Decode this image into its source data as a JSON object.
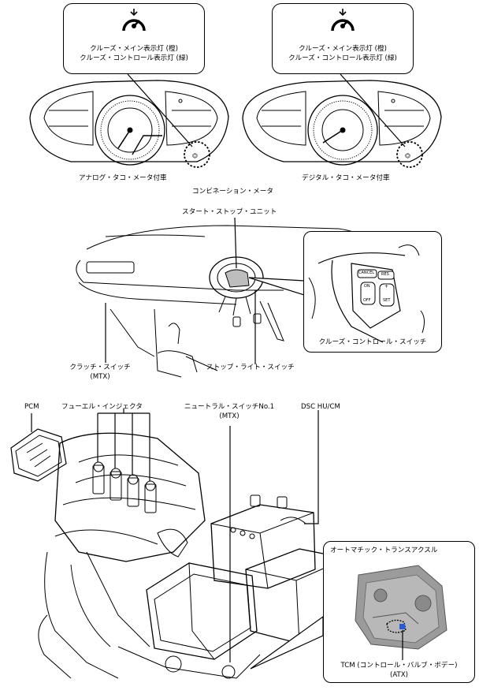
{
  "cluster": {
    "callout_line1": "クルーズ・メイン表示灯 (橙)",
    "callout_line2": "クルーズ・コントロール表示灯 (緑)",
    "analog_label": "アナログ・タコ・メータ付車",
    "digital_label": "デジタル・タコ・メータ付車",
    "meter_label": "コンビネーション・メータ"
  },
  "dash": {
    "start_stop_label": "スタート・ストップ・ユニット",
    "cruise_switch_label": "クルーズ・コントロール・スイッチ",
    "clutch_switch_label": "クラッチ・スイッチ",
    "clutch_switch_note": "(MTX)",
    "stop_light_label": "ストップ・ライト・スイッチ",
    "switch_cancel": "CANCEL",
    "switch_res": "RES",
    "switch_on": "ON",
    "switch_off": "OFF",
    "switch_plus": "+",
    "switch_set": "SET"
  },
  "engine": {
    "pcm_label": "PCM",
    "injector_label": "フューエル・インジェクタ",
    "neutral_switch_label": "ニュートラル・スイッチNo.1",
    "neutral_switch_note": "(MTX)",
    "dsc_label": "DSC HU/CM",
    "transaxle_label": "オートマチック・トランスアクスル",
    "tcm_label": "TCM (コントロール・バルブ・ボデー)",
    "tcm_note": "(ATX)"
  },
  "colors": {
    "tcm_highlight": "#2a5bd7"
  }
}
